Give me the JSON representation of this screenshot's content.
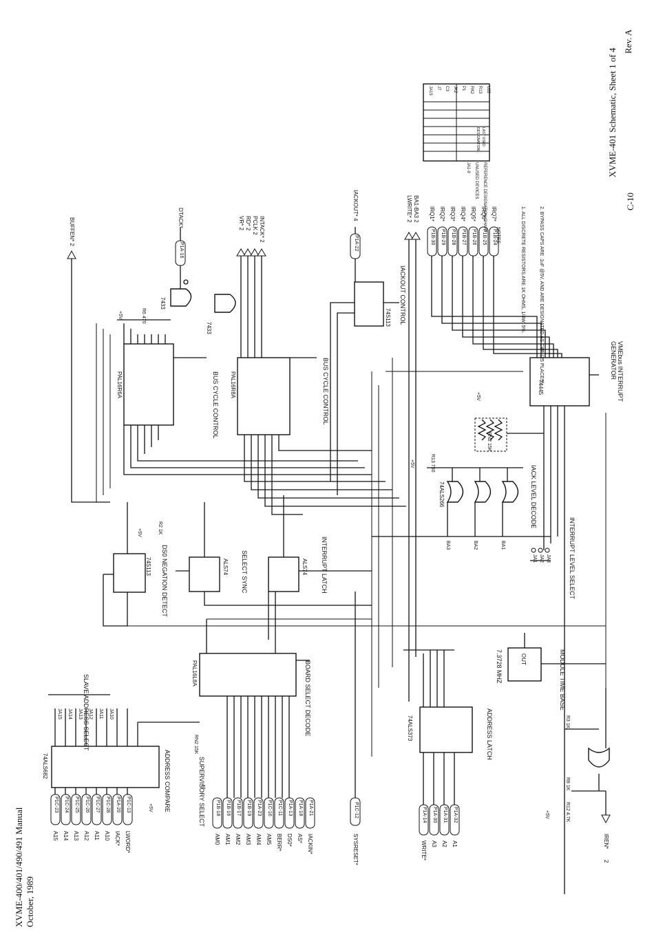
{
  "header": {
    "rev": "Rev. A",
    "manual": "XVME-400/401/490/491 Manual",
    "date": "October, 1989",
    "sheet_title": "XVME-401 Schematic, Sheet 1 of 4",
    "page_number": "C-10"
  },
  "notes": {
    "title": "NOTES",
    "items": [
      "1. ALL DISCRETE RESISTORS ARE 1K OHMS, 1/4W, 5%.",
      "2. BYPASS CAPS ARE .1uF @5V, AND ARE DESIGNATED AS C8P. (25 PLACES)"
    ]
  },
  "designator_table": {
    "left": [
      "JA1-9",
      "UNUSED DEVICES",
      "REFERENCE DESIGNATION CHART"
    ],
    "right": [
      "JA15",
      "J7",
      "C3",
      "JK2",
      "P1",
      "RK2",
      "R13",
      "U22",
      "DESIGNATION",
      "LAST USED"
    ]
  },
  "blocks": {
    "bus_cycle_control_1": "BUS CYCLE CONTROL",
    "bus_cycle_control_2": "BUS CYCLE CONTROL",
    "iackout_control": "IACKOUT CONTROL",
    "interrupt_generator": "VMEbus INTERRUPT GENERATOR",
    "iack_level_decode": "IACK LEVEL DECODE",
    "interrupt_level_select": "INTERRUPT LEVEL SELECT",
    "ds0_negation_detect": "DS0 NEGATION DETECT",
    "select_sync": "SELECT SYNC",
    "interrupt_latch": "INTERRUPT LATCH",
    "board_select_decode": "BOARD SELECT DECODE",
    "address_compare": "ADDRESS COMPARE",
    "slave_address_select": "SLAVE ADDRESS SELECT",
    "supervisory_select": "SUPERVISORY SELECT",
    "address_latch": "ADDRESS LATCH",
    "module_time_base": "MODULE TIME BASE",
    "clock_freq": "7.3728 MHZ"
  },
  "parts": {
    "u6": "PAL16R6A",
    "u7": "PAL16R8A",
    "u11": "PAL16L8A",
    "u10a": "74S113",
    "u10b": "74S113",
    "u2a": "ALS74",
    "u2b": "ALS74",
    "u14a": "7433",
    "u14b": "7433",
    "u21": "74ALS266",
    "u22": "74445",
    "u15": "74ALS373",
    "u19": "74ALS682",
    "u18": "OUT"
  },
  "right_signals": [
    "BUFFEN* 2",
    "DTACK*",
    "VR* 2",
    "RD* 2",
    "PCLK 2",
    "INTACK* 2",
    "IACKOUT* 4",
    "LWRITE* 2",
    "BA1-BA3 2",
    "IRQ1*",
    "IRQ2*",
    "IRQ3*",
    "IRQ4*",
    "IRQ5*",
    "IRQ6*",
    "IRQ7*"
  ],
  "connectors_irq": [
    "P1B-30",
    "P1B-29",
    "P1B-28",
    "P1B-27",
    "P1B-26",
    "P1B-25",
    "P1B-24"
  ],
  "left_addr_signals": [
    "A15",
    "A14",
    "A13",
    "A12",
    "A11",
    "A10",
    "IACK*",
    "LWORD*"
  ],
  "left_addr_conns": [
    "P1C-23",
    "P1C-24",
    "P1C-25",
    "P1C-26",
    "P1C-27",
    "P1C-28",
    "P1A-20",
    "P1C-13"
  ],
  "am_signals": [
    "AM0",
    "AM1",
    "AM2",
    "AM3",
    "AM4",
    "AM5",
    "BERR*",
    "DS0*",
    "AS*",
    "IACKIN*"
  ],
  "am_conns": [
    "P1B-18",
    "P1B-16",
    "P1B-17",
    "P1B-19",
    "P1A-23",
    "P1C-16",
    "P1C-11",
    "P1A-13",
    "P1A-18",
    "P1A-21"
  ],
  "latch_signals": [
    "WRITE*",
    "A3",
    "A2",
    "A1"
  ],
  "latch_conns": [
    "P1A-14",
    "P1A-30",
    "P1A-31",
    "P1A-32"
  ],
  "misc": {
    "sysreset": "SYSRESET*",
    "sysreset_conn": "P1C-12",
    "iackout_conn": "P1A-22",
    "dtack_conn": "P1A-16",
    "iren": "IREN*",
    "iren_num": "2",
    "plus5v": "+5V",
    "r6": "R6 470",
    "r13": "R13 750",
    "r2": "R2 1K",
    "r3": "R3 1K",
    "r8": "R8 1K",
    "r12": "R12 4.7K",
    "rn1": "RN2 15K",
    "rn2": "RN2 15K",
    "jumpers": [
      "JA15",
      "JA14",
      "JA13",
      "JA12",
      "JA11",
      "JA10"
    ],
    "ja_level": [
      "JA1",
      "JA2",
      "JA3"
    ],
    "ba_taps": [
      "BA3",
      "BA2",
      "BA1"
    ],
    "j7": "J7"
  }
}
